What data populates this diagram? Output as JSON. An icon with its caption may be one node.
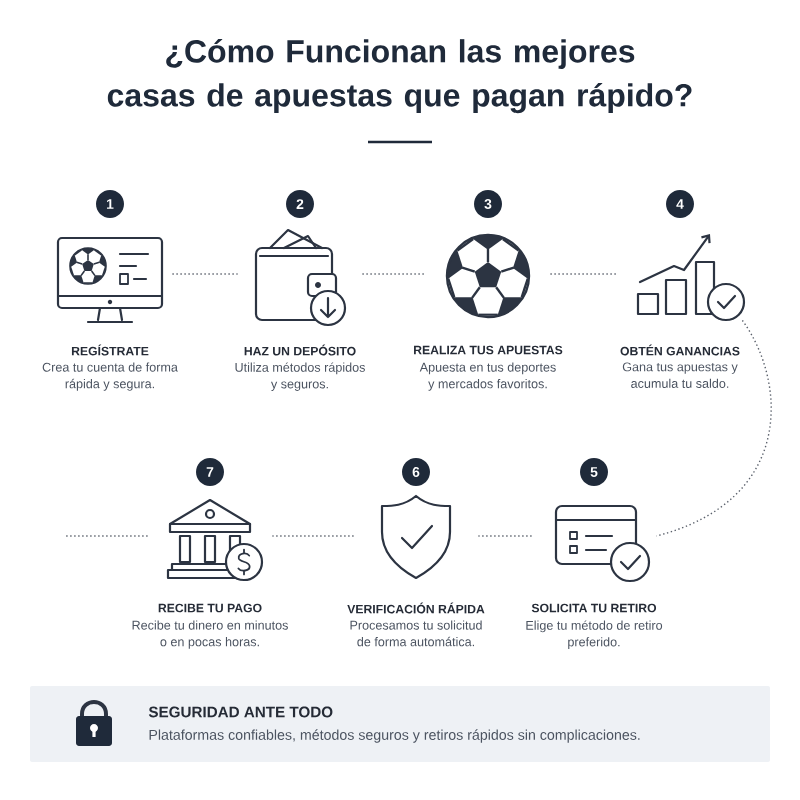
{
  "diagram": {
    "title": "¿Cómo Funcionan las mejores casas de apuestas que pagan rápido?",
    "nodes": [
      {
        "text": [
          "1",
          "REGÍSTRATE",
          "Crea tu cuenta de forma rápida y segura."
        ]
      },
      {
        "text": [
          "2",
          "HAZ UN DEPÓSITO",
          "Utiliza métodos rápidos y seguros."
        ]
      },
      {
        "text": [
          "3",
          "REALIZA TUS APUESTAS",
          "Apuesta en tus deportes y mercados favoritos."
        ]
      },
      {
        "text": [
          "4",
          "OBTÉN GANANCIAS",
          "Gana tus apuestas y acumula tu saldo."
        ]
      },
      {
        "text": [
          "5",
          "SOLICITA TU RETIRO",
          "Elige tu método de retiro preferido."
        ]
      },
      {
        "text": [
          "6",
          "VERIFICACIÓN RÁPIDA",
          "Procesamos tu solicitud de forma automática."
        ]
      },
      {
        "text": [
          "7",
          "RECIBE TU PAGO",
          "Recibe tu dinero en minutos o en pocas horas."
        ]
      },
      {
        "text": [
          "SEGURIDAD ANTE TODO",
          "Plataformas confiables, métodos seguros y retiros rápidos sin complicaciones."
        ]
      }
    ],
    "edges": [
      {
        "from": 0,
        "to": 1,
        "arrow": "none"
      },
      {
        "from": 1,
        "to": 2,
        "arrow": "none"
      },
      {
        "from": 2,
        "to": 3,
        "arrow": "none"
      },
      {
        "from": 3,
        "to": 4,
        "arrow": "none"
      },
      {
        "from": 4,
        "to": 5,
        "arrow": "none"
      },
      {
        "from": 5,
        "to": 6,
        "arrow": "none"
      },
      {
        "from": 6,
        "to": null,
        "arrow": "none"
      }
    ]
  }
}
